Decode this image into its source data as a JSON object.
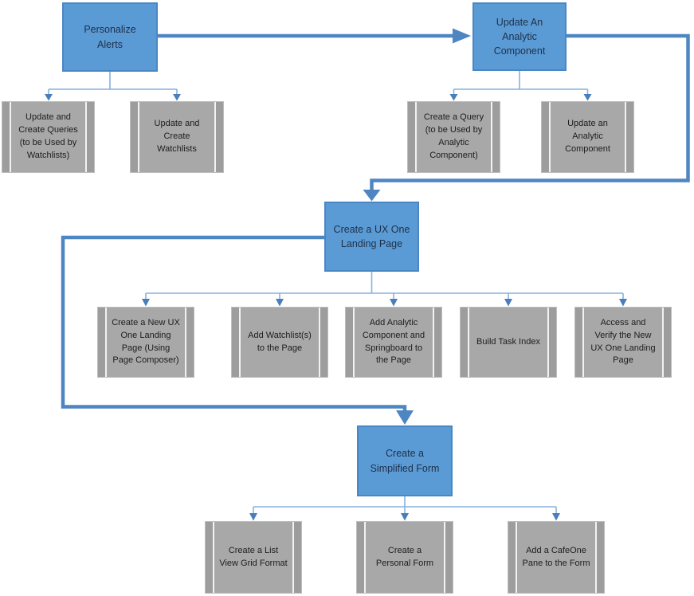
{
  "diagram": {
    "type": "hierarchical-flowchart",
    "colors": {
      "primary_fill": "#5b9bd5",
      "primary_border": "#4a86c5",
      "primary_text": "#1e3048",
      "gray_fill": "#a8a8a8",
      "gray_side": "#9d9d9d",
      "gray_stripe": "#f2f2f2",
      "gray_border": "#bdbdbd",
      "gray_text": "#1d1d1d",
      "connector_thick": "#4e86c2",
      "connector_thin": "#85b2dd",
      "arrowhead": "#4a7ebb"
    },
    "nodes": {
      "personalize_alerts": {
        "type": "primary",
        "label": "Personalize Alerts"
      },
      "update_an_analytic_component": {
        "type": "primary",
        "label": "Update An Analytic Component"
      },
      "update_and_create_queries": {
        "type": "sub",
        "label": "Update and Create Queries (to be Used by Watchlists)"
      },
      "update_and_create_watchlists": {
        "type": "sub",
        "label": "Update and Create Watchlists"
      },
      "create_a_query": {
        "type": "sub",
        "label": "Create a Query (to be Used by Analytic Component)"
      },
      "update_an_analytic_component_sub": {
        "type": "sub",
        "label": "Update an Analytic Component"
      },
      "create_ux_one_landing_page": {
        "type": "primary",
        "label": "Create a UX One Landing Page"
      },
      "create_new_ux_one_landing_page": {
        "type": "sub",
        "label": "Create a New UX One Landing Page (Using Page Composer)"
      },
      "add_watchlists_to_the_page": {
        "type": "sub",
        "label": "Add Watchlist(s) to the Page"
      },
      "add_analytic_component_and_springboard": {
        "type": "sub",
        "label": "Add Analytic Component and Springboard to the Page"
      },
      "build_task_index": {
        "type": "sub",
        "label": "Build Task Index"
      },
      "access_and_verify_new_ux_one_landing_page": {
        "type": "sub",
        "label": "Access and Verify the New UX One Landing Page"
      },
      "create_a_simplified_form": {
        "type": "primary",
        "label": "Create a Simplified Form"
      },
      "create_a_list_view_grid_format": {
        "type": "sub",
        "label": "Create a List View Grid Format"
      },
      "create_a_personal_form": {
        "type": "sub",
        "label": "Create a Personal Form"
      },
      "add_a_cafeone_pane_to_the_form": {
        "type": "sub",
        "label": "Add a CafeOne Pane to the Form"
      }
    },
    "edges": [
      {
        "from": "personalize_alerts",
        "to": "update_an_analytic_component",
        "style": "thick"
      },
      {
        "from": "personalize_alerts",
        "to": "update_and_create_queries",
        "style": "thin"
      },
      {
        "from": "personalize_alerts",
        "to": "update_and_create_watchlists",
        "style": "thin"
      },
      {
        "from": "update_an_analytic_component",
        "to": "create_a_query",
        "style": "thin"
      },
      {
        "from": "update_an_analytic_component",
        "to": "update_an_analytic_component_sub",
        "style": "thin"
      },
      {
        "from": "update_an_analytic_component",
        "to": "create_ux_one_landing_page",
        "style": "thick"
      },
      {
        "from": "create_ux_one_landing_page",
        "to": "create_new_ux_one_landing_page",
        "style": "thin"
      },
      {
        "from": "create_ux_one_landing_page",
        "to": "add_watchlists_to_the_page",
        "style": "thin"
      },
      {
        "from": "create_ux_one_landing_page",
        "to": "add_analytic_component_and_springboard",
        "style": "thin"
      },
      {
        "from": "create_ux_one_landing_page",
        "to": "build_task_index",
        "style": "thin"
      },
      {
        "from": "create_ux_one_landing_page",
        "to": "access_and_verify_new_ux_one_landing_page",
        "style": "thin"
      },
      {
        "from": "create_ux_one_landing_page",
        "to": "create_a_simplified_form",
        "style": "thick"
      },
      {
        "from": "create_a_simplified_form",
        "to": "create_a_list_view_grid_format",
        "style": "thin"
      },
      {
        "from": "create_a_simplified_form",
        "to": "create_a_personal_form",
        "style": "thin"
      },
      {
        "from": "create_a_simplified_form",
        "to": "add_a_cafeone_pane_to_the_form",
        "style": "thin"
      }
    ]
  }
}
